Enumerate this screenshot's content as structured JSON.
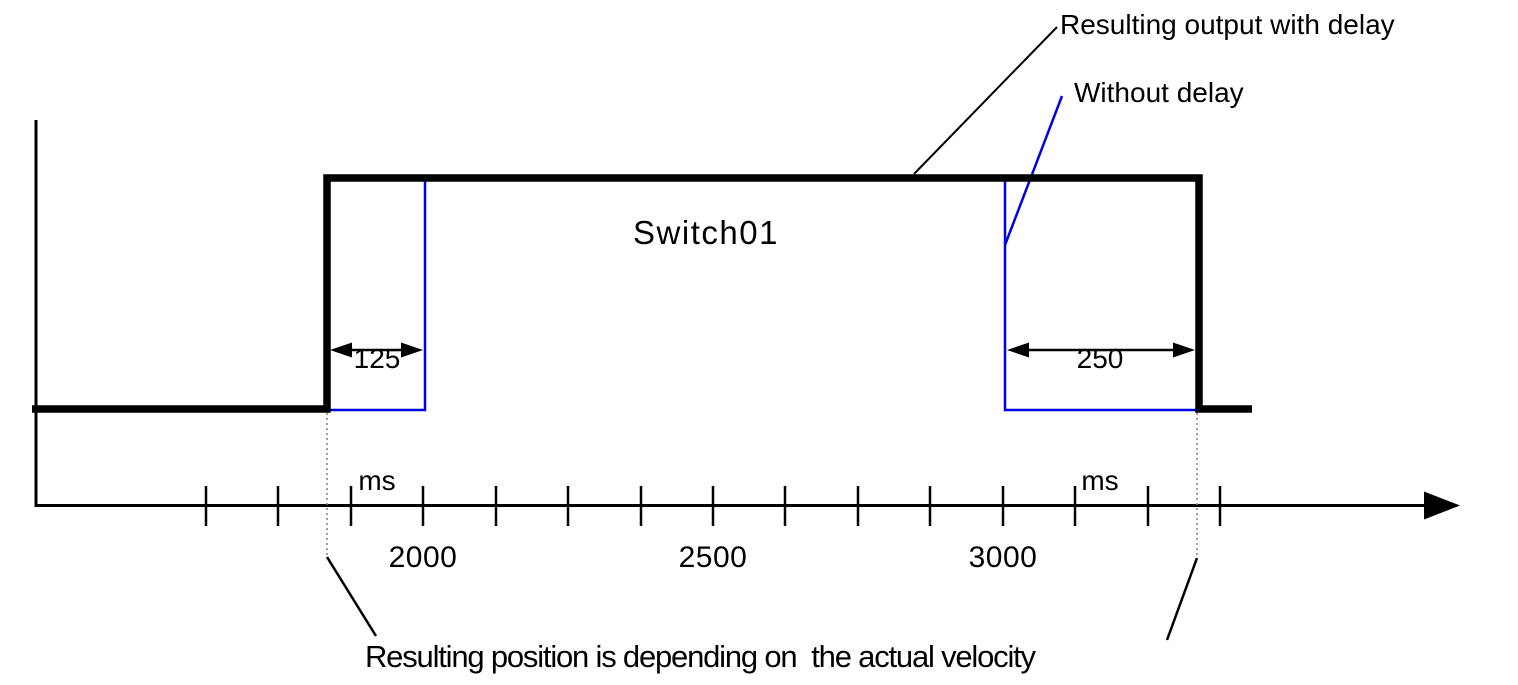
{
  "diagram": {
    "title_switch": "Switch01",
    "legend": {
      "delayed": "Resulting output with delay",
      "without_delay": "Without delay"
    },
    "delay_on": {
      "value": "125",
      "unit": "ms"
    },
    "delay_off": {
      "value": "250",
      "unit": "ms"
    },
    "footnote": "Resulting position is depending on  the actual velocity"
  },
  "axis": {
    "tick_labels": [
      "2000",
      "2500",
      "3000"
    ]
  },
  "colors": {
    "signal_delayed": "#000000",
    "signal_without_delay": "#0000e0",
    "dotted_guide": "#808080"
  }
}
